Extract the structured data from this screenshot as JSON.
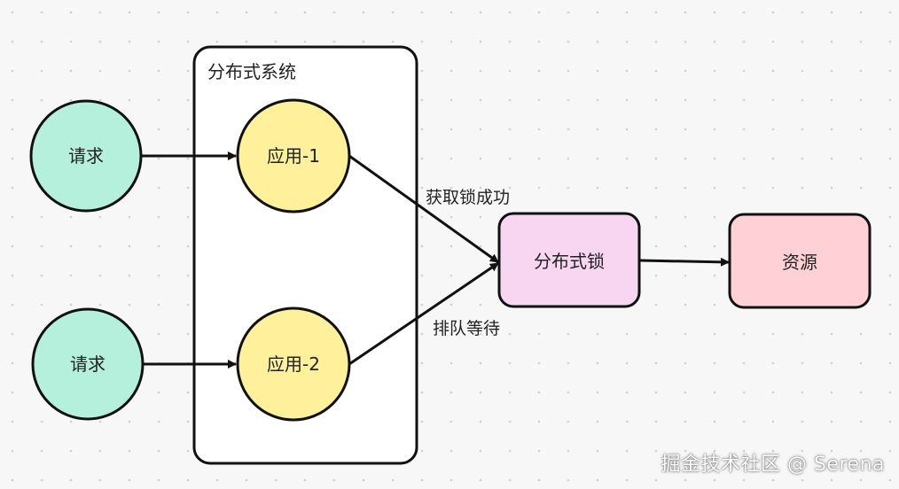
{
  "diagram": {
    "system_group": {
      "label": "分布式系统"
    },
    "nodes": {
      "request_1": {
        "label": "请求",
        "fill": "#b4f0dc"
      },
      "request_2": {
        "label": "请求",
        "fill": "#b4f0dc"
      },
      "app_1": {
        "label": "应用-1",
        "fill": "#fff19b"
      },
      "app_2": {
        "label": "应用-2",
        "fill": "#fff19b"
      },
      "lock": {
        "label": "分布式锁",
        "fill": "#f8d6f2"
      },
      "resource": {
        "label": "资源",
        "fill": "#ffd1d6"
      }
    },
    "edges": {
      "acquire_success": {
        "label": "获取锁成功"
      },
      "queue_wait": {
        "label": "排队等待"
      }
    }
  },
  "watermark": "掘金技术社区 @ Serena",
  "colors": {
    "stroke": "#111111",
    "background": "#f7f7f7",
    "dot": "#d0d0d0"
  }
}
